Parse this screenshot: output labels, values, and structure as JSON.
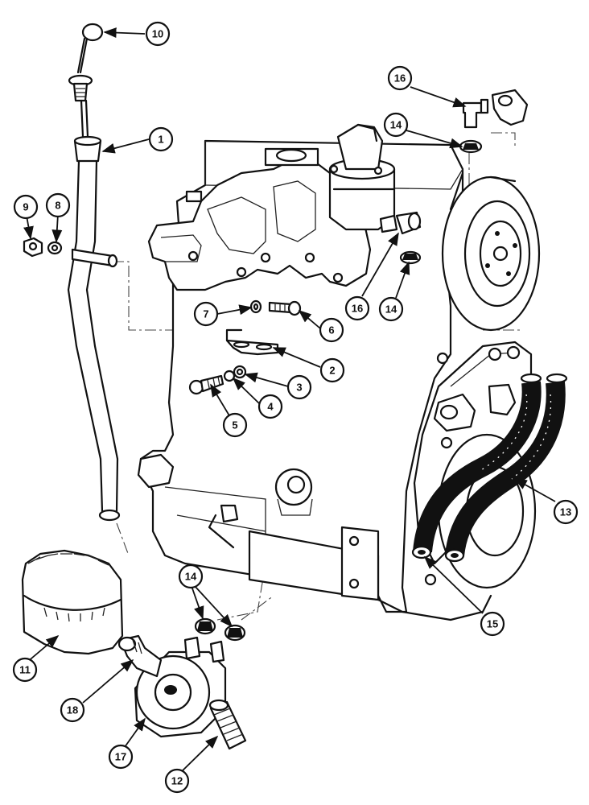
{
  "callouts": [
    {
      "id": "c1",
      "label": "1"
    },
    {
      "id": "c2",
      "label": "2"
    },
    {
      "id": "c3",
      "label": "3"
    },
    {
      "id": "c4",
      "label": "4"
    },
    {
      "id": "c5",
      "label": "5"
    },
    {
      "id": "c6",
      "label": "6"
    },
    {
      "id": "c7",
      "label": "7"
    },
    {
      "id": "c8",
      "label": "8"
    },
    {
      "id": "c9",
      "label": "9"
    },
    {
      "id": "c10",
      "label": "10"
    },
    {
      "id": "c11",
      "label": "11"
    },
    {
      "id": "c12",
      "label": "12"
    },
    {
      "id": "c13",
      "label": "13"
    },
    {
      "id": "c14a",
      "label": "14"
    },
    {
      "id": "c14b",
      "label": "14"
    },
    {
      "id": "c14c",
      "label": "14"
    },
    {
      "id": "c15",
      "label": "15"
    },
    {
      "id": "c16a",
      "label": "16"
    },
    {
      "id": "c16b",
      "label": "16"
    },
    {
      "id": "c17",
      "label": "17"
    },
    {
      "id": "c18",
      "label": "18"
    }
  ]
}
